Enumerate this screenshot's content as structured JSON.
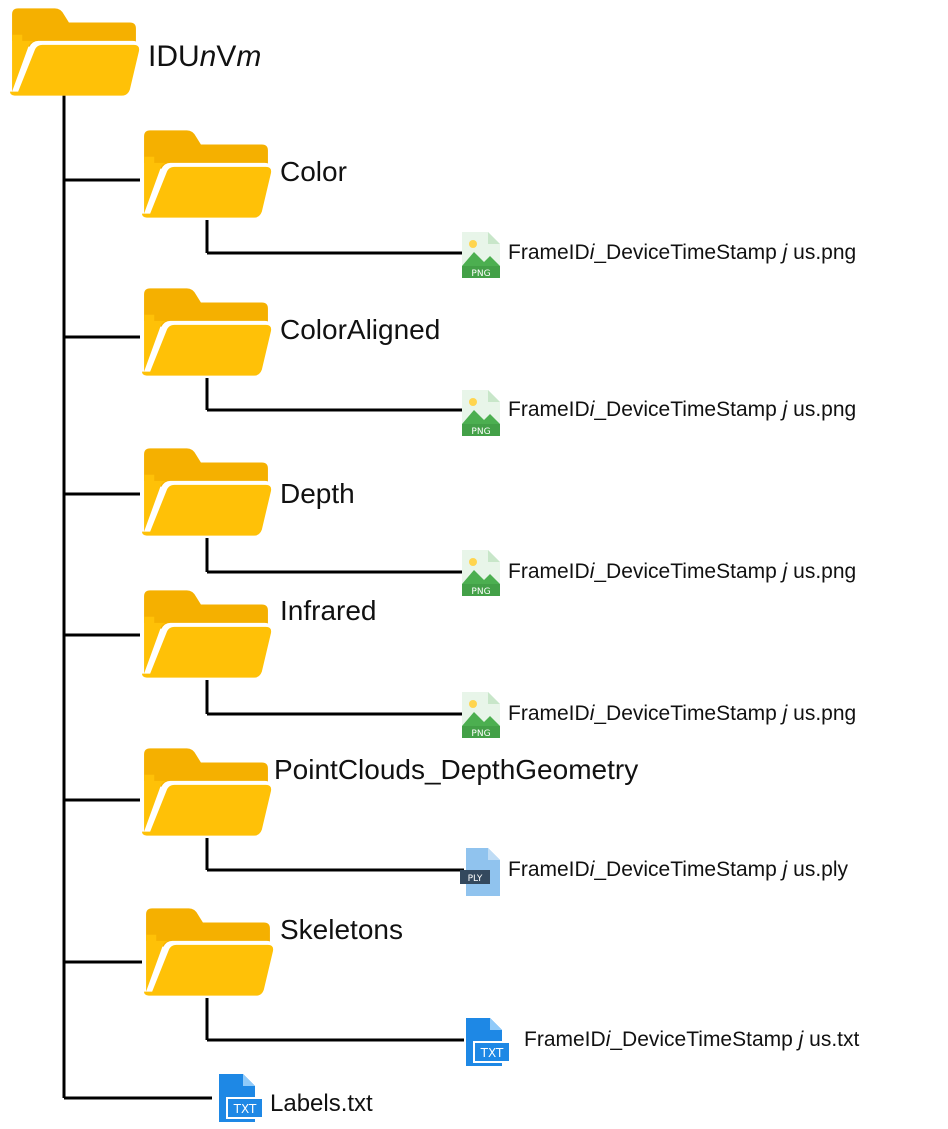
{
  "root": {
    "name_parts": [
      "IDU",
      "n",
      "V",
      "m"
    ],
    "icon": "folder-icon"
  },
  "folders": [
    {
      "name": "Color",
      "icon": "folder-icon",
      "file": {
        "parts": [
          "FrameID",
          "i",
          "_DeviceTimeStamp ",
          "j",
          " us.png"
        ],
        "icon": "png-file-icon",
        "badge": "PNG"
      }
    },
    {
      "name": "ColorAligned",
      "icon": "folder-icon",
      "file": {
        "parts": [
          "FrameID",
          "i",
          "_DeviceTimeStamp ",
          "j",
          " us.png"
        ],
        "icon": "png-file-icon",
        "badge": "PNG"
      }
    },
    {
      "name": "Depth",
      "icon": "folder-icon",
      "file": {
        "parts": [
          "FrameID",
          "i",
          "_DeviceTimeStamp ",
          "j",
          " us.png"
        ],
        "icon": "png-file-icon",
        "badge": "PNG"
      }
    },
    {
      "name": "Infrared",
      "icon": "folder-icon",
      "file": {
        "parts": [
          "FrameID",
          "i",
          "_DeviceTimeStamp ",
          "j",
          " us.png"
        ],
        "icon": "png-file-icon",
        "badge": "PNG"
      }
    },
    {
      "name": "PointClouds_DepthGeometry",
      "icon": "folder-icon",
      "file": {
        "parts": [
          "FrameID",
          "i",
          "_DeviceTimeStamp ",
          "j",
          " us.ply"
        ],
        "icon": "ply-file-icon",
        "badge": "PLY"
      }
    },
    {
      "name": "Skeletons",
      "icon": "folder-icon",
      "file": {
        "parts": [
          "FrameID",
          "i",
          "_DeviceTimeStamp ",
          "j",
          " us.txt"
        ],
        "icon": "txt-file-icon",
        "badge": "TXT"
      }
    }
  ],
  "root_file": {
    "name": "Labels.txt",
    "icon": "txt-file-icon",
    "badge": "TXT"
  },
  "colors": {
    "folder": "#FFC107",
    "folder_dark": "#F5B000",
    "line": "#000000",
    "png_green": "#4CAF50",
    "png_sky": "#E8F5E9",
    "ply_blue": "#90C3EE",
    "ply_dark": "#34495E",
    "txt_blue": "#1E88E5"
  }
}
